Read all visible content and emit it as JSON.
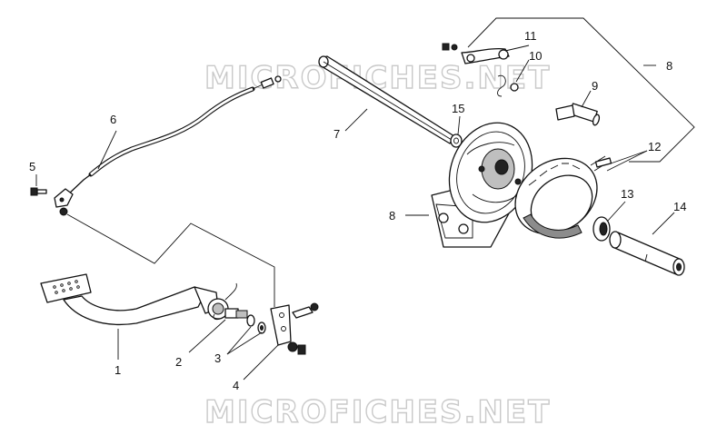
{
  "watermark": {
    "top": "MICROFICHES.NET",
    "bottom": "MICROFICHES.NET"
  },
  "callouts": [
    {
      "id": "p1",
      "label": "1"
    },
    {
      "id": "p2",
      "label": "2"
    },
    {
      "id": "p3",
      "label": "3"
    },
    {
      "id": "p4",
      "label": "4"
    },
    {
      "id": "p5",
      "label": "5"
    },
    {
      "id": "p6",
      "label": "6"
    },
    {
      "id": "p7",
      "label": "7"
    },
    {
      "id": "p8a",
      "label": "8"
    },
    {
      "id": "p8b",
      "label": "8"
    },
    {
      "id": "p9",
      "label": "9"
    },
    {
      "id": "p10",
      "label": "10"
    },
    {
      "id": "p11",
      "label": "11"
    },
    {
      "id": "p12",
      "label": "12"
    },
    {
      "id": "p13",
      "label": "13"
    },
    {
      "id": "p14",
      "label": "14"
    },
    {
      "id": "p15",
      "label": "15"
    }
  ]
}
